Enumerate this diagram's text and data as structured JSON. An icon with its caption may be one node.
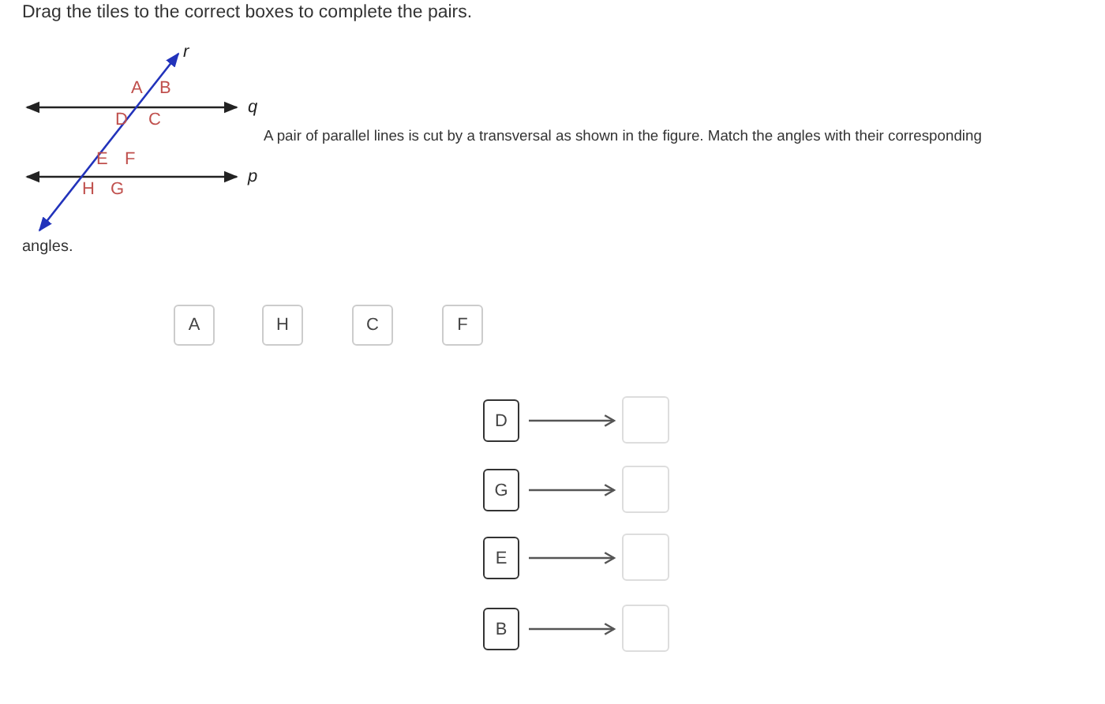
{
  "diagram": {
    "title": "Drag the tiles to the correct boxes to complete the pairs.",
    "nodes": [
      {
        "text": [
          "A"
        ]
      },
      {
        "text": [
          "H"
        ]
      },
      {
        "text": [
          "C"
        ]
      },
      {
        "text": [
          "F"
        ]
      },
      {
        "text": [
          "D"
        ]
      },
      {
        "text": [],
        "shape": "box"
      },
      {
        "text": [
          "G"
        ]
      },
      {
        "text": [],
        "shape": "box"
      },
      {
        "text": [
          "E"
        ]
      },
      {
        "text": [],
        "shape": "box"
      },
      {
        "text": [
          "B"
        ]
      },
      {
        "text": [],
        "shape": "box"
      }
    ],
    "edges": [
      {
        "from": 4,
        "to": 5,
        "arrow": "to"
      },
      {
        "from": 6,
        "to": 7,
        "arrow": "to"
      },
      {
        "from": 8,
        "to": 9,
        "arrow": "to"
      },
      {
        "from": 10,
        "to": 11,
        "arrow": "to"
      }
    ],
    "labels": [
      "r",
      "A",
      "B",
      "q",
      "D",
      "C",
      "E",
      "F",
      "p",
      "H",
      "G",
      "A pair of parallel lines is cut by a transversal as shown in the figure. Match the angles with their corresponding",
      "angles."
    ]
  }
}
